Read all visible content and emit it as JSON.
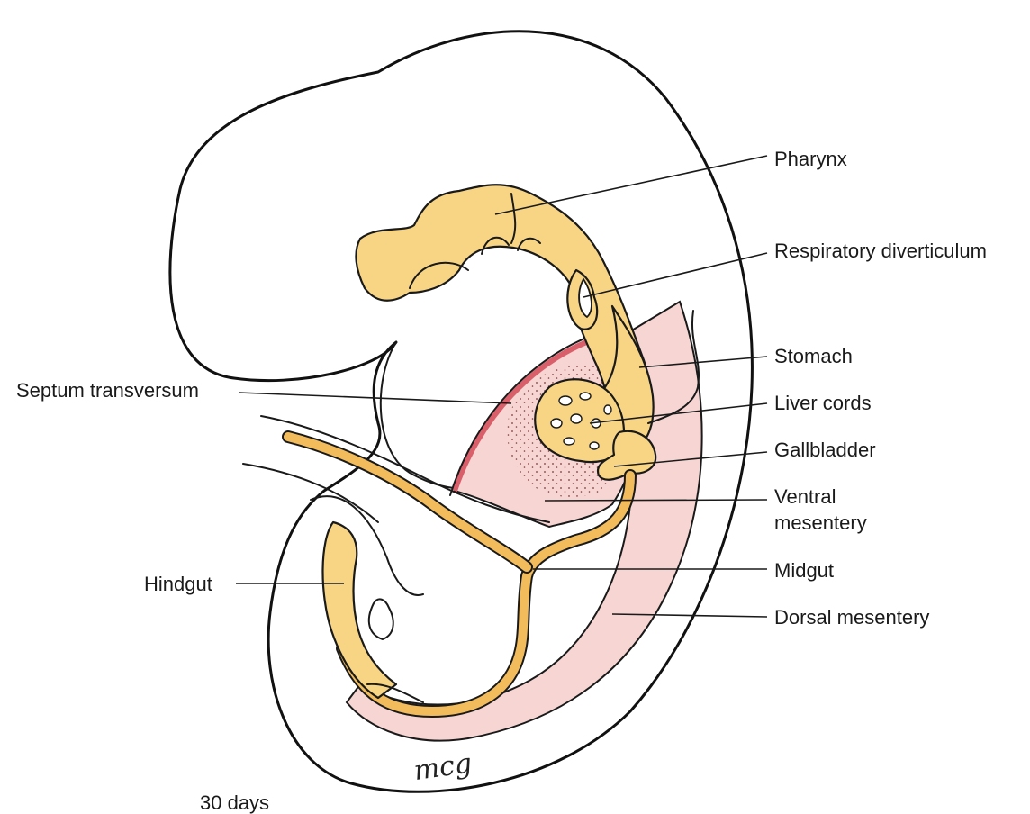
{
  "colors": {
    "endoderm": "#f8d584",
    "midgut": "#f2bc5c",
    "mesentery": "#f6d5d2",
    "septum": "#d9606a",
    "outline": "#111111"
  },
  "labels": {
    "pharynx": "Pharynx",
    "respiratory_diverticulum": "Respiratory diverticulum",
    "stomach": "Stomach",
    "liver_cords": "Liver cords",
    "gallbladder": "Gallbladder",
    "ventral_mesentery_line1": "Ventral",
    "ventral_mesentery_line2": "mesentery",
    "midgut": "Midgut",
    "dorsal_mesentery": "Dorsal mesentery",
    "septum_transversum": "Septum transversum",
    "hindgut": "Hindgut"
  },
  "caption": "30 days",
  "signature": "mcg"
}
